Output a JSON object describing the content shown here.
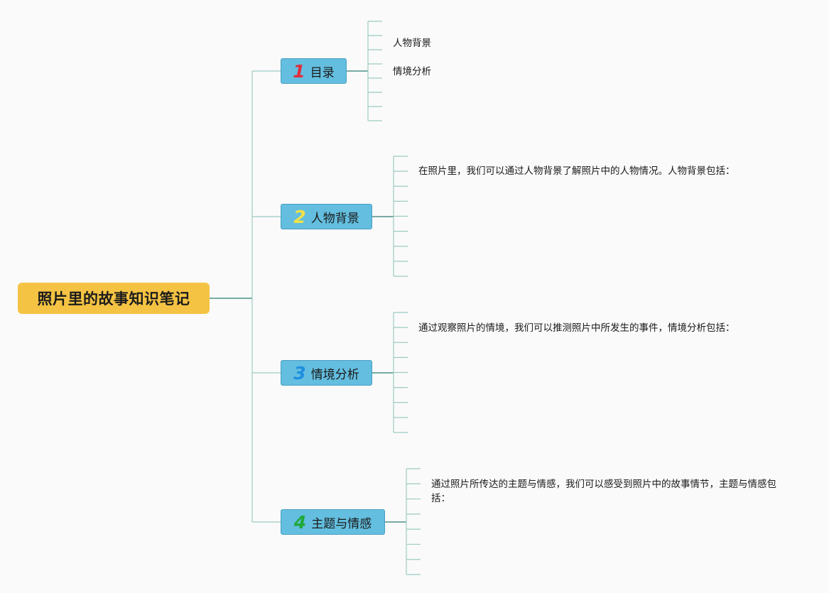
{
  "root": {
    "title": "照片里的故事知识笔记"
  },
  "topics": [
    {
      "number": "1",
      "label": "目录",
      "number_color": "#e02d3c"
    },
    {
      "number": "2",
      "label": "人物背景",
      "number_color": "#f2e24a"
    },
    {
      "number": "3",
      "label": "情境分析",
      "number_color": "#1f8fe0"
    },
    {
      "number": "4",
      "label": "主题与情感",
      "number_color": "#1fa83a"
    }
  ],
  "toc_items": [
    "人物背景",
    "情境分析"
  ],
  "notes": [
    "在照片里，我们可以通过人物背景了解照片中的人物情况。人物背景包括：",
    "通过观察照片的情境，我们可以推测照片中所发生的事件，情境分析包括：",
    "通过照片所传达的主题与情感，我们可以感受到照片中的故事情节，主题与情感包括："
  ],
  "colors": {
    "root_fill": "#f5c343",
    "topic_fill": "#63bedf",
    "main_connector": "#4d8f86",
    "bracket_line": "#9ccbc2"
  }
}
